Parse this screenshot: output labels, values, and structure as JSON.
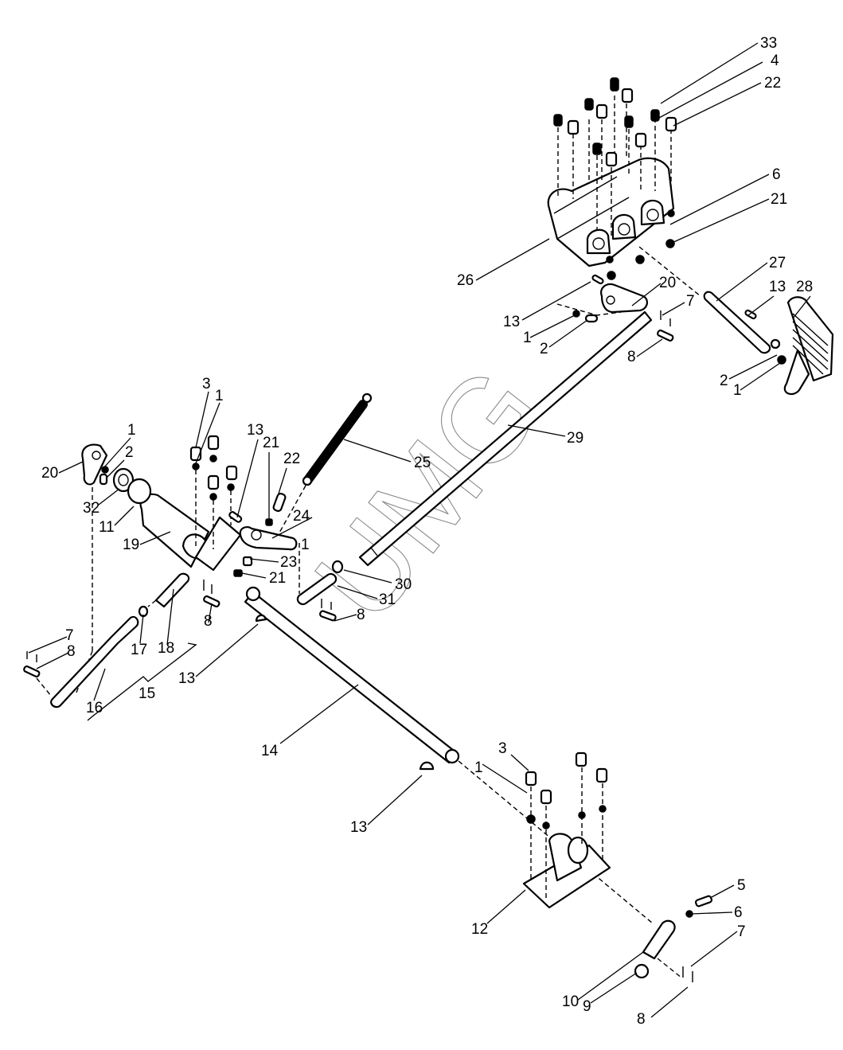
{
  "diagram": {
    "title": "Exploded parts diagram - pedal linkage assembly",
    "watermark": "UMG",
    "callouts": [
      {
        "id": "c33",
        "label": "33"
      },
      {
        "id": "c4a",
        "label": "4"
      },
      {
        "id": "c22a",
        "label": "22"
      },
      {
        "id": "c6a",
        "label": "6"
      },
      {
        "id": "c21a",
        "label": "21"
      },
      {
        "id": "c27",
        "label": "27"
      },
      {
        "id": "c13a",
        "label": "13"
      },
      {
        "id": "c28",
        "label": "28"
      },
      {
        "id": "c26",
        "label": "26"
      },
      {
        "id": "c20a",
        "label": "20"
      },
      {
        "id": "c13b",
        "label": "13"
      },
      {
        "id": "c7a",
        "label": "7"
      },
      {
        "id": "c1a",
        "label": "1"
      },
      {
        "id": "c2a",
        "label": "2"
      },
      {
        "id": "c8a",
        "label": "8"
      },
      {
        "id": "c2b",
        "label": "2"
      },
      {
        "id": "c1b",
        "label": "1"
      },
      {
        "id": "c29",
        "label": "29"
      },
      {
        "id": "c3a",
        "label": "3"
      },
      {
        "id": "c1c",
        "label": "1"
      },
      {
        "id": "c13c",
        "label": "13"
      },
      {
        "id": "c21b",
        "label": "21"
      },
      {
        "id": "c22b",
        "label": "22"
      },
      {
        "id": "c25",
        "label": "25"
      },
      {
        "id": "c1d",
        "label": "1"
      },
      {
        "id": "c2c",
        "label": "2"
      },
      {
        "id": "c20b",
        "label": "20"
      },
      {
        "id": "c32",
        "label": "32"
      },
      {
        "id": "c11",
        "label": "11"
      },
      {
        "id": "c19",
        "label": "19"
      },
      {
        "id": "c24",
        "label": "24"
      },
      {
        "id": "c1e",
        "label": "1"
      },
      {
        "id": "c23",
        "label": "23"
      },
      {
        "id": "c21c",
        "label": "21"
      },
      {
        "id": "c30",
        "label": "30"
      },
      {
        "id": "c31",
        "label": "31"
      },
      {
        "id": "c8b",
        "label": "8"
      },
      {
        "id": "c8c",
        "label": "8"
      },
      {
        "id": "c7b",
        "label": "7"
      },
      {
        "id": "c8d",
        "label": "8"
      },
      {
        "id": "c17",
        "label": "17"
      },
      {
        "id": "c18",
        "label": "18"
      },
      {
        "id": "c13d",
        "label": "13"
      },
      {
        "id": "c16",
        "label": "16"
      },
      {
        "id": "c15",
        "label": "15"
      },
      {
        "id": "c14",
        "label": "14"
      },
      {
        "id": "c3b",
        "label": "3"
      },
      {
        "id": "c1f",
        "label": "1"
      },
      {
        "id": "c13e",
        "label": "13"
      },
      {
        "id": "c12",
        "label": "12"
      },
      {
        "id": "c5",
        "label": "5"
      },
      {
        "id": "c6b",
        "label": "6"
      },
      {
        "id": "c7c",
        "label": "7"
      },
      {
        "id": "c10",
        "label": "10"
      },
      {
        "id": "c9",
        "label": "9"
      },
      {
        "id": "c8e",
        "label": "8"
      }
    ]
  }
}
